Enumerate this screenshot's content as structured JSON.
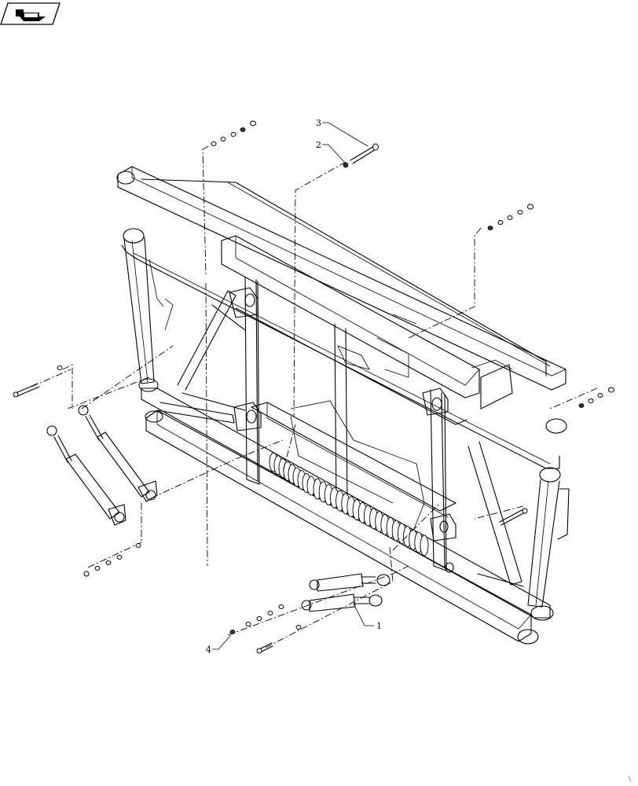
{
  "nav_icon": {
    "icon": "page-turn-arrow-icon"
  },
  "callouts": [
    {
      "number": "1"
    },
    {
      "number": "2"
    },
    {
      "number": "3"
    },
    {
      "number": "4"
    }
  ]
}
